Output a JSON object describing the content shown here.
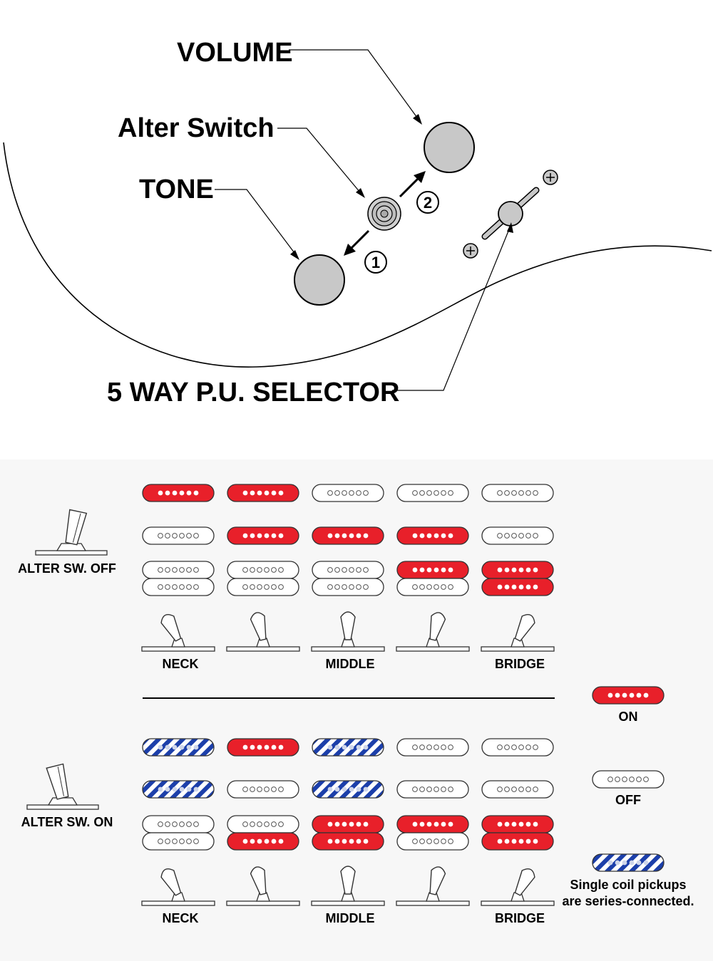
{
  "colors": {
    "on": "#e8202a",
    "series": "#1c3faa",
    "off_fill": "#ffffff",
    "knob": "#c8c8c8",
    "panel_bg": "#f7f7f7"
  },
  "controls": {
    "volume": "VOLUME",
    "alter_switch": "Alter Switch",
    "tone": "TONE",
    "selector": "5 WAY P.U. SELECTOR",
    "arrow1": "1",
    "arrow2": "2"
  },
  "table": {
    "alter_off_label": "ALTER SW. OFF",
    "alter_on_label": "ALTER SW. ON",
    "positions": [
      "NECK",
      "",
      "MIDDLE",
      "",
      "BRIDGE"
    ],
    "legend": {
      "on": "ON",
      "off": "OFF",
      "series_line1": "Single coil pickups",
      "series_line2": "are series-connected."
    },
    "alter_off": {
      "neck": [
        "on",
        "on",
        "off",
        "off",
        "off"
      ],
      "middle": [
        "off",
        "on",
        "on",
        "on",
        "off"
      ],
      "bridge_top": [
        "off",
        "off",
        "off",
        "on",
        "on"
      ],
      "bridge_bottom": [
        "off",
        "off",
        "off",
        "off",
        "on"
      ]
    },
    "alter_on": {
      "neck": [
        "series",
        "on",
        "series",
        "off",
        "off"
      ],
      "middle": [
        "series",
        "off",
        "series",
        "off",
        "off"
      ],
      "bridge_top": [
        "off",
        "off",
        "on",
        "on",
        "on"
      ],
      "bridge_bottom": [
        "off",
        "on",
        "on",
        "off",
        "on"
      ]
    }
  }
}
